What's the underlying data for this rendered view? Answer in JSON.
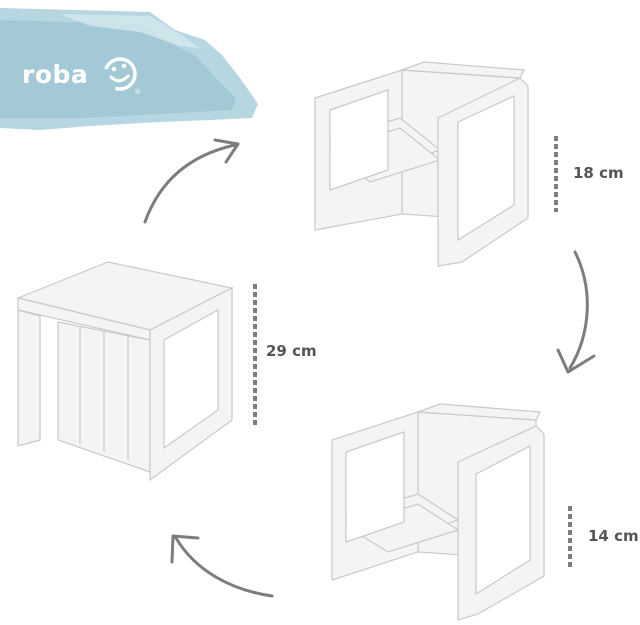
{
  "brand": {
    "name": "roba",
    "logo_icon": "roba-smile-logo",
    "registered_mark": "®"
  },
  "colors": {
    "watercolor": "#a9cfdc",
    "watercolor_dark": "#8fbccd",
    "furniture": "#f4f4f4",
    "outline": "#c9c9c9",
    "arrow": "#7d7d7d",
    "text": "#555555"
  },
  "measurements": {
    "high_chair_seat": "18 cm",
    "stool_height": "29 cm",
    "low_chair_seat": "14 cm"
  },
  "icons": [
    "arrow-curve-icon",
    "roba-smile-logo"
  ]
}
